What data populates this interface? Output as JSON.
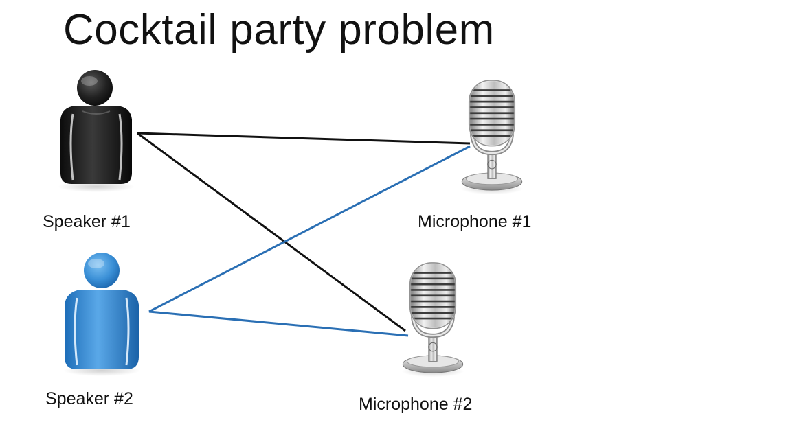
{
  "title": "Cocktail party problem",
  "speakers": [
    {
      "label": "Speaker #1",
      "icon": "person-icon",
      "color": "#1a1a1a"
    },
    {
      "label": "Speaker #2",
      "icon": "person-icon",
      "color": "#2f7fc9"
    }
  ],
  "microphones": [
    {
      "label": "Microphone #1",
      "icon": "microphone-icon"
    },
    {
      "label": "Microphone #2",
      "icon": "microphone-icon"
    }
  ],
  "connection_colors": {
    "speaker_1": "#111111",
    "speaker_2": "#2a6fb4"
  }
}
